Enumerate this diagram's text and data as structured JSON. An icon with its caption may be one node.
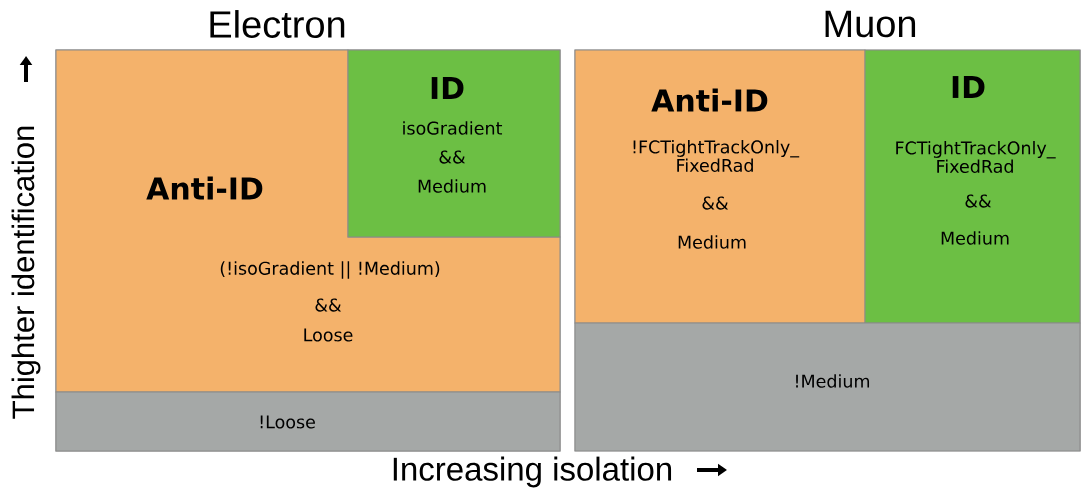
{
  "diagram": {
    "nodes": [
      {
        "text": [
          "Electron"
        ]
      },
      {
        "text": [
          "Anti-ID",
          "(!isoGradient || !Medium)",
          "&&",
          "Loose"
        ],
        "in": 0
      },
      {
        "text": [
          "ID",
          "isoGradient",
          "&&",
          "Medium"
        ],
        "in": 0
      },
      {
        "text": [
          "!Loose"
        ],
        "in": 0
      },
      {
        "text": [
          "Muon"
        ]
      },
      {
        "text": [
          "Anti-ID",
          "!FCTightTrackOnly_ FixedRad",
          "&&",
          "Medium"
        ],
        "in": 4
      },
      {
        "text": [
          "ID",
          "FCTightTrackOnly_ FixedRad",
          "&&",
          "Medium"
        ],
        "in": 4
      },
      {
        "text": [
          "!Medium"
        ],
        "in": 4
      }
    ],
    "labels": [
      "Thighter identification",
      "Increasing isolation"
    ]
  }
}
